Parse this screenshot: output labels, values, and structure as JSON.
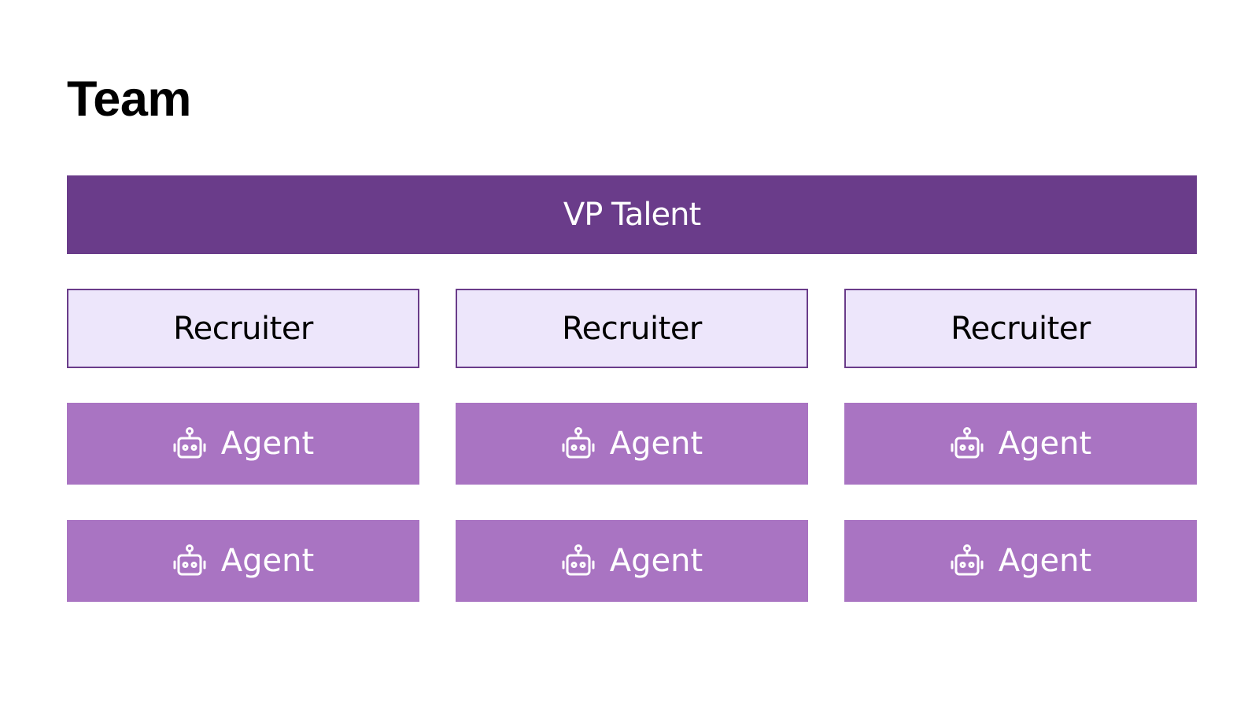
{
  "title": "Team",
  "vp": {
    "label": "VP Talent"
  },
  "recruiters": [
    {
      "label": "Recruiter"
    },
    {
      "label": "Recruiter"
    },
    {
      "label": "Recruiter"
    }
  ],
  "agents": [
    {
      "label": "Agent",
      "icon": "robot-icon"
    },
    {
      "label": "Agent",
      "icon": "robot-icon"
    },
    {
      "label": "Agent",
      "icon": "robot-icon"
    },
    {
      "label": "Agent",
      "icon": "robot-icon"
    },
    {
      "label": "Agent",
      "icon": "robot-icon"
    },
    {
      "label": "Agent",
      "icon": "robot-icon"
    }
  ],
  "colors": {
    "vp_fill": "#6a3c8a",
    "recruiter_fill": "#ede6fb",
    "recruiter_border": "#6a3c8a",
    "agent_fill": "#a974c2",
    "text_light": "#ffffff",
    "text_dark": "#000000"
  }
}
